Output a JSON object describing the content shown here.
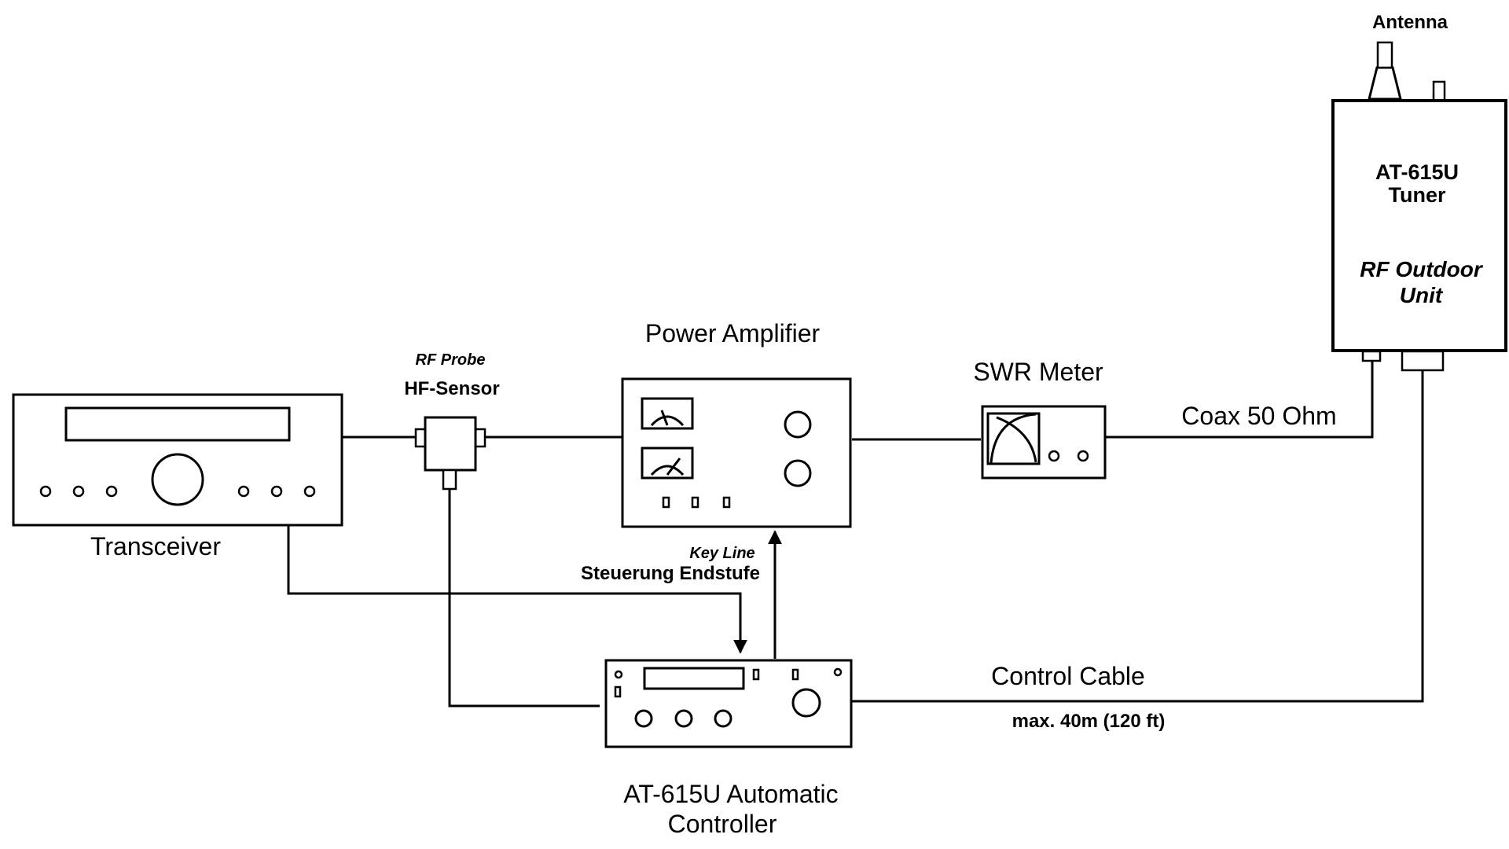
{
  "colors": {
    "line": "#000000",
    "background": "#ffffff"
  },
  "labels": {
    "antenna": "Antenna",
    "tuner_line1": "AT-615U",
    "tuner_line2": "Tuner",
    "tuner_line3": "RF Outdoor",
    "tuner_line4": "Unit",
    "power_amplifier": "Power Amplifier",
    "swr_meter": "SWR Meter",
    "coax": "Coax 50 Ohm",
    "rf_probe": "RF Probe",
    "hf_sensor": "HF-Sensor",
    "transceiver": "Transceiver",
    "key_line": "Key Line",
    "steuerung": "Steuerung Endstufe",
    "control_cable": "Control Cable",
    "max_length": "max. 40m (120 ft)",
    "controller_line1": "AT-615U Automatic",
    "controller_line2": "Controller"
  }
}
